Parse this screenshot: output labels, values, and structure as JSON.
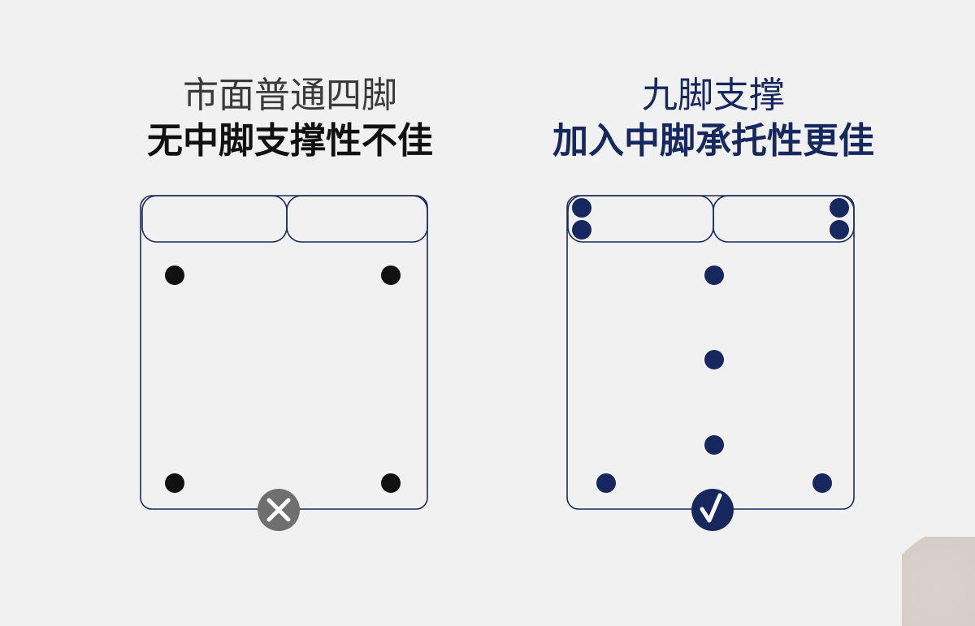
{
  "left_panel": {
    "line1": "市面普通四脚",
    "line2": "无中脚支撑性不佳",
    "leg_color": "#111111",
    "badge_color": "#6f6f6f",
    "badge_icon": "cross-icon"
  },
  "right_panel": {
    "line1": "九脚支撑",
    "line2": "加入中脚承托性更佳",
    "leg_color": "#16285e",
    "badge_color": "#16285e",
    "badge_icon": "check-icon"
  },
  "colors": {
    "background": "#f1f1f1",
    "outline": "#1b2a5c"
  }
}
